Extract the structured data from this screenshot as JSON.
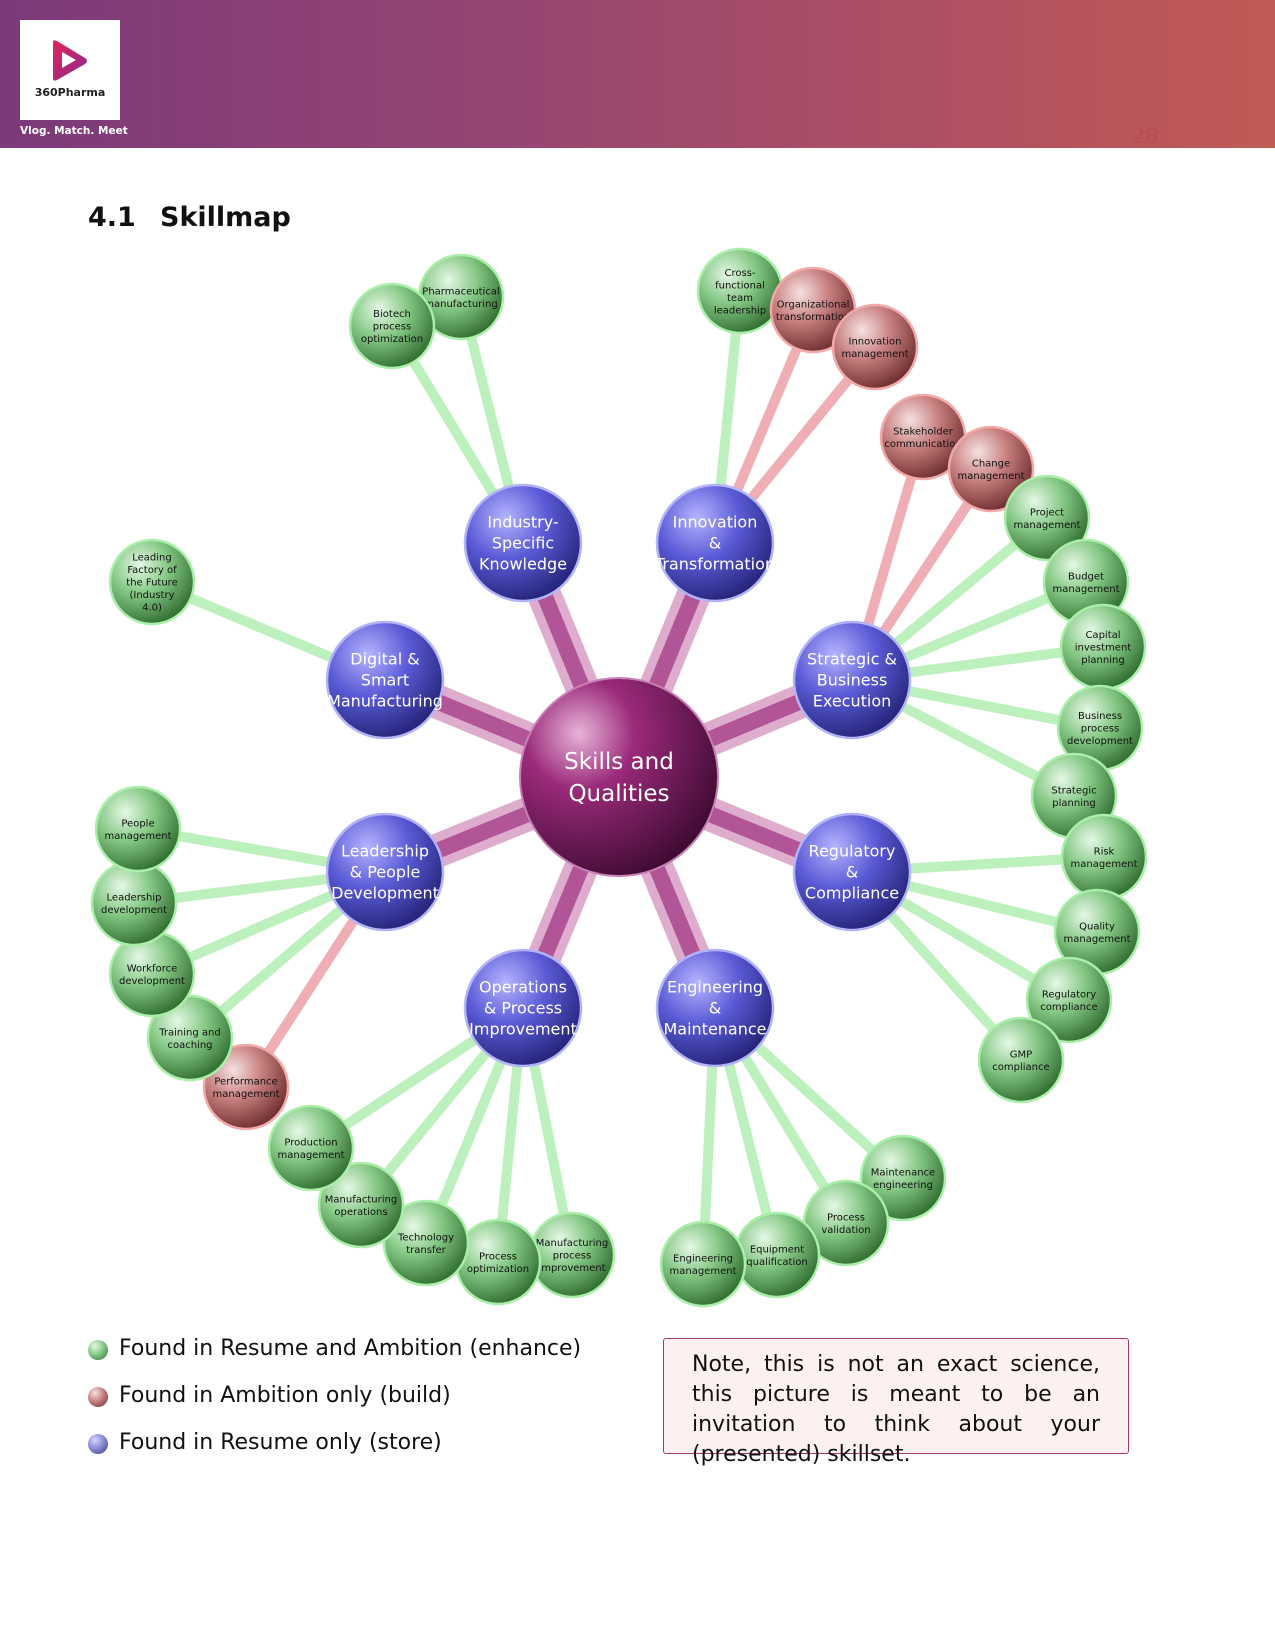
{
  "header": {
    "logo_name": "360Pharma",
    "tagline": "Vlog. Match. Meet",
    "page_number": "28"
  },
  "section": {
    "number": "4.1",
    "title": "Skillmap"
  },
  "colors": {
    "resume_and_ambition": "#7fd07f",
    "ambition_only": "#d07a7a",
    "resume_only": "#6a6adc",
    "center": "#7a1d5f"
  },
  "mindmap": {
    "center": {
      "label": "Skills and Qualities"
    },
    "categories": [
      {
        "label": "Industry-Specific Knowledge",
        "status": "resume_only",
        "skills": [
          {
            "label": "Pharmaceutical manufacturing",
            "status": "resume_and_ambition"
          },
          {
            "label": "Biotech process optimization",
            "status": "resume_and_ambition"
          }
        ]
      },
      {
        "label": "Innovation & Transformation",
        "status": "resume_only",
        "skills": [
          {
            "label": "Cross-functional team leadership",
            "status": "resume_and_ambition"
          },
          {
            "label": "Organizational transformation",
            "status": "ambition_only"
          },
          {
            "label": "Innovation management",
            "status": "ambition_only"
          }
        ]
      },
      {
        "label": "Strategic & Business Execution",
        "status": "resume_only",
        "skills": [
          {
            "label": "Stakeholder communication",
            "status": "ambition_only"
          },
          {
            "label": "Change management",
            "status": "ambition_only"
          },
          {
            "label": "Project management",
            "status": "resume_and_ambition"
          },
          {
            "label": "Budget management",
            "status": "resume_and_ambition"
          },
          {
            "label": "Capital investment planning",
            "status": "resume_and_ambition"
          },
          {
            "label": "Business process development",
            "status": "resume_and_ambition"
          },
          {
            "label": "Strategic planning",
            "status": "resume_and_ambition"
          }
        ]
      },
      {
        "label": "Regulatory & Compliance",
        "status": "resume_only",
        "skills": [
          {
            "label": "Risk management",
            "status": "resume_and_ambition"
          },
          {
            "label": "Quality management",
            "status": "resume_and_ambition"
          },
          {
            "label": "Regulatory compliance",
            "status": "resume_and_ambition"
          },
          {
            "label": "GMP compliance",
            "status": "resume_and_ambition"
          }
        ]
      },
      {
        "label": "Engineering & Maintenance",
        "status": "resume_only",
        "skills": [
          {
            "label": "Maintenance engineering",
            "status": "resume_and_ambition"
          },
          {
            "label": "Process validation",
            "status": "resume_and_ambition"
          },
          {
            "label": "Equipment qualification",
            "status": "resume_and_ambition"
          },
          {
            "label": "Engineering management",
            "status": "resume_and_ambition"
          }
        ]
      },
      {
        "label": "Operations & Process Improvement",
        "status": "resume_only",
        "skills": [
          {
            "label": "Manufacturing process improvement",
            "status": "resume_and_ambition"
          },
          {
            "label": "Process optimization",
            "status": "resume_and_ambition"
          },
          {
            "label": "Technology transfer",
            "status": "resume_and_ambition"
          },
          {
            "label": "Manufacturing operations",
            "status": "resume_and_ambition"
          },
          {
            "label": "Production management",
            "status": "resume_and_ambition"
          }
        ]
      },
      {
        "label": "Leadership & People Development",
        "status": "resume_only",
        "skills": [
          {
            "label": "Performance management",
            "status": "ambition_only"
          },
          {
            "label": "Training and coaching",
            "status": "resume_and_ambition"
          },
          {
            "label": "Workforce development",
            "status": "resume_and_ambition"
          },
          {
            "label": "Leadership development",
            "status": "resume_and_ambition"
          },
          {
            "label": "People management",
            "status": "resume_and_ambition"
          }
        ]
      },
      {
        "label": "Digital & Smart Manufacturing",
        "status": "resume_only",
        "skills": [
          {
            "label": "Leading Factory of the Future (Industry 4.0)",
            "status": "resume_and_ambition"
          }
        ]
      }
    ]
  },
  "legend": [
    {
      "label": "Found in Resume and Ambition (enhance)",
      "status": "resume_and_ambition"
    },
    {
      "label": "Found in Ambition only (build)",
      "status": "ambition_only"
    },
    {
      "label": "Found in Resume only (store)",
      "status": "resume_only"
    }
  ],
  "note": "Note, this is not an exact science, this picture is meant to be an invitation to think about your (presented) skillset."
}
